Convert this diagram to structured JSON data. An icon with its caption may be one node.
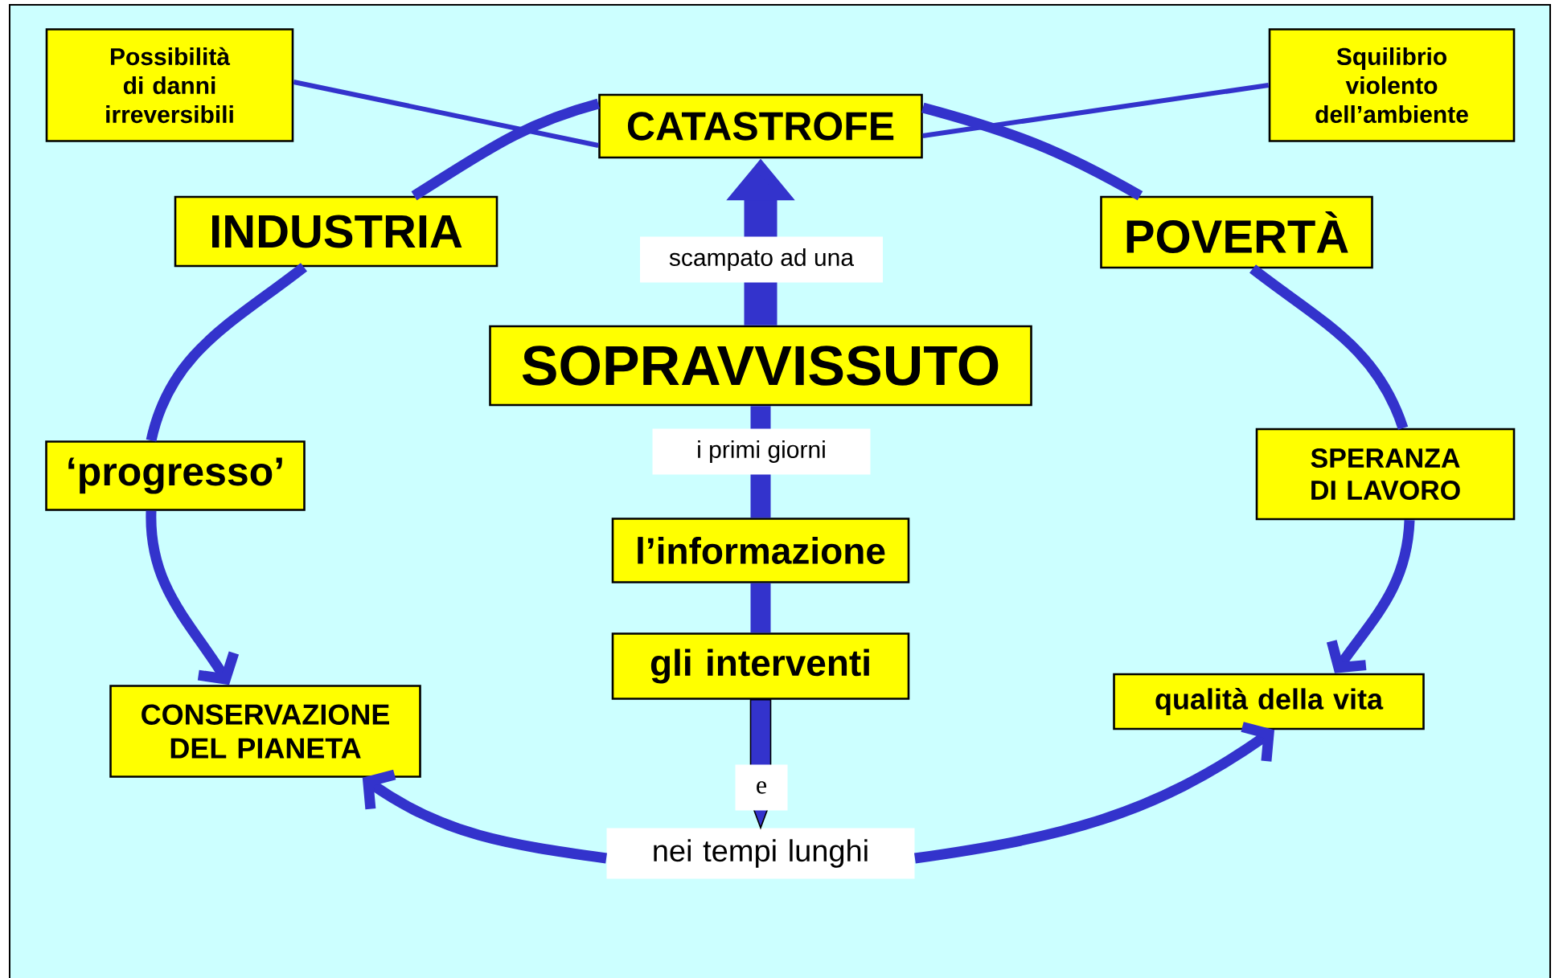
{
  "diagram": {
    "nodes": [
      {
        "text": [
          "Possibilità di danni irreversibili"
        ]
      },
      {
        "text": [
          "CATASTROFE"
        ]
      },
      {
        "text": [
          "Squilibrio violento dell’ambiente"
        ]
      },
      {
        "text": [
          "INDUSTRIA"
        ]
      },
      {
        "text": [
          "POVERTÀ"
        ]
      },
      {
        "text": [
          "SOPRAVVISSUTO"
        ]
      },
      {
        "text": [
          "‘progresso’"
        ]
      },
      {
        "text": [
          "SPERANZA DI LAVORO"
        ]
      },
      {
        "text": [
          "l’informazione"
        ]
      },
      {
        "text": [
          "gli interventi"
        ]
      },
      {
        "text": [
          "CONSERVAZIONE DEL PIANETA"
        ]
      },
      {
        "text": [
          "qualità della vita"
        ]
      },
      {
        "text": [
          "nei tempi lunghi"
        ]
      }
    ],
    "edges": [
      {
        "from": 0,
        "to": 1,
        "arrow": "none"
      },
      {
        "from": 2,
        "to": 1,
        "arrow": "none"
      },
      {
        "from": 1,
        "to": 3,
        "arrow": "none"
      },
      {
        "from": 1,
        "to": 4,
        "arrow": "none"
      },
      {
        "from": 3,
        "to": 6,
        "arrow": "none"
      },
      {
        "from": 4,
        "to": 7,
        "arrow": "none"
      },
      {
        "from": 6,
        "to": 10,
        "arrow": "to"
      },
      {
        "from": 7,
        "to": 11,
        "arrow": "to"
      },
      {
        "from": 5,
        "to": 1,
        "arrow": "to",
        "style": "thick",
        "label": "scampato ad una"
      },
      {
        "from": 5,
        "to": 8,
        "arrow": "none",
        "style": "thick",
        "label": "i primi giorni"
      },
      {
        "from": 8,
        "to": 9,
        "arrow": "none",
        "style": "thick"
      },
      {
        "from": 9,
        "to": 12,
        "arrow": "to",
        "style": "thick",
        "label": "e"
      },
      {
        "from": 12,
        "to": 10,
        "arrow": "to"
      },
      {
        "from": 12,
        "to": 11,
        "arrow": "to"
      }
    ]
  }
}
